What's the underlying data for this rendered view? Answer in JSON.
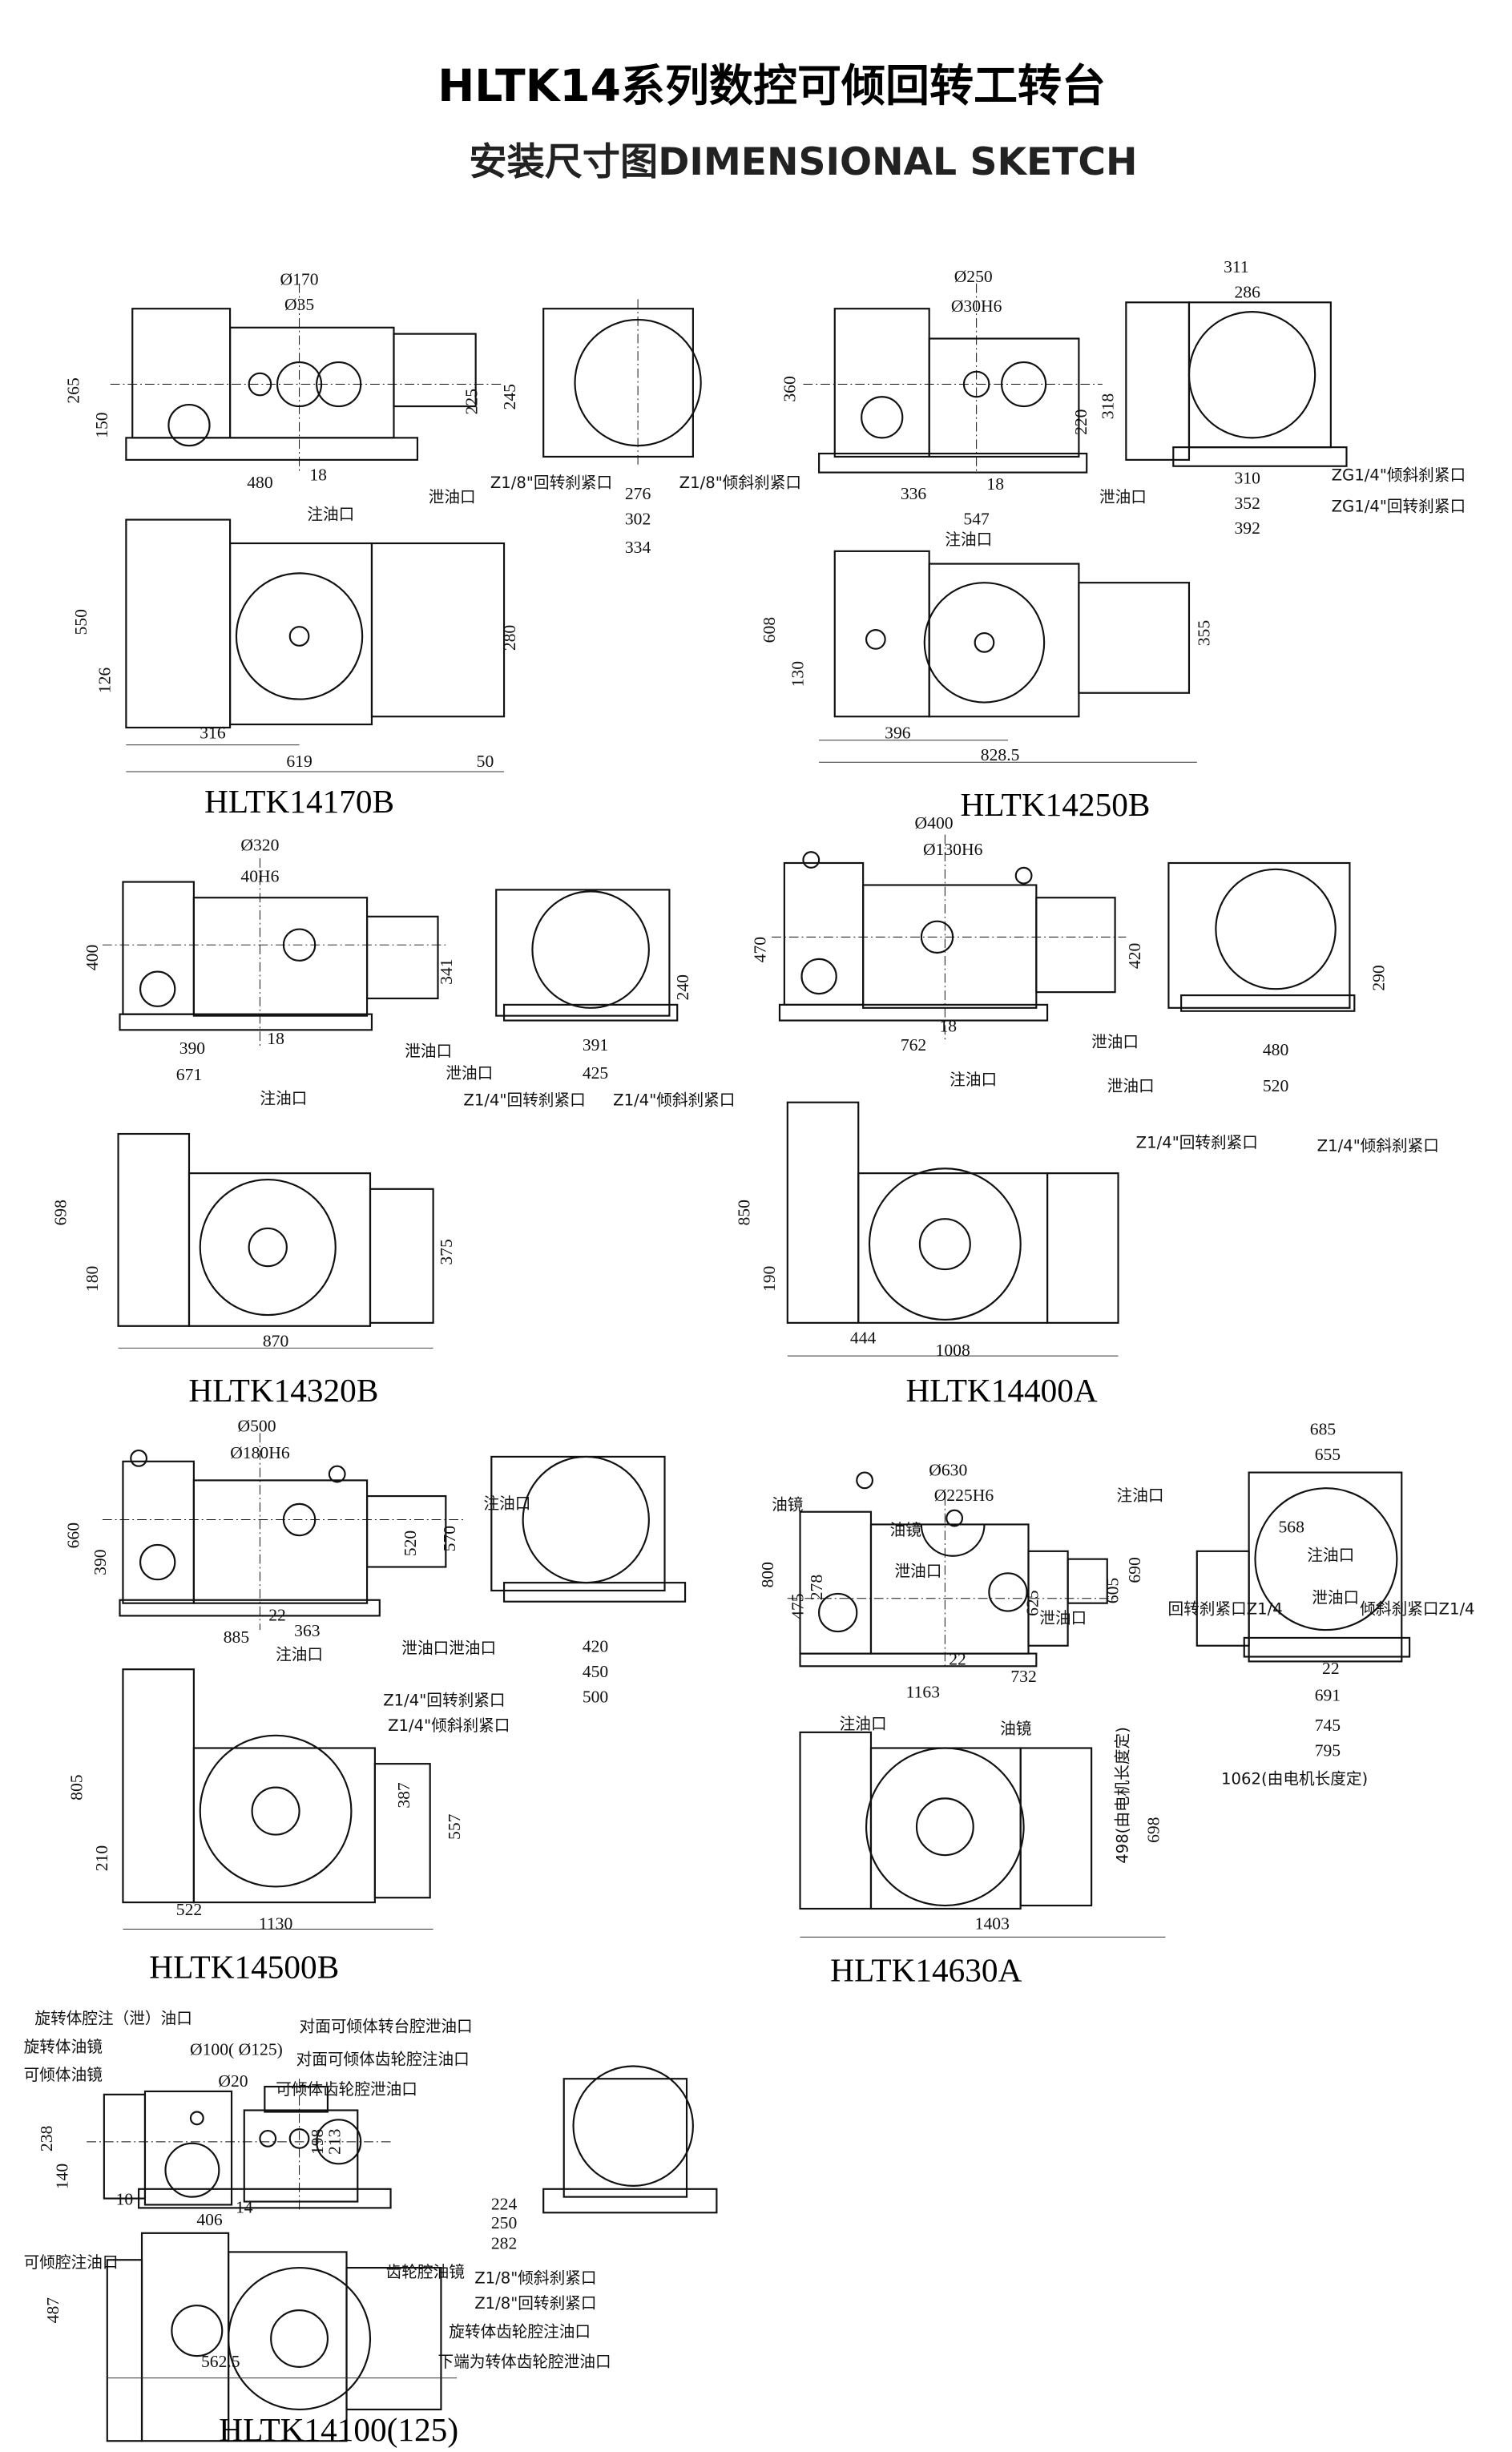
{
  "header": {
    "title": "HLTK14系列数控可倾回转工转台",
    "subtitle": "安装尺寸图DIMENSIONAL SKETCH"
  },
  "s1": {
    "model": "HLTK14170B",
    "dims": [
      "Ø170",
      "Ø35",
      "265",
      "150",
      "225",
      "245",
      "480",
      "18",
      "泄油口",
      "Z1/8\"回转刹紧口",
      "276",
      "Z1/8\"倾斜刹紧口",
      "302",
      "334",
      "注油口",
      "550",
      "126",
      "280",
      "316",
      "619",
      "50"
    ]
  },
  "s2": {
    "model": "HLTK14250B",
    "dims": [
      "Ø250",
      "Ø30H6",
      "360",
      "220",
      "318",
      "311",
      "286",
      "336",
      "18",
      "547",
      "泄油口",
      "310",
      "352",
      "392",
      "ZG1/4\"倾斜刹紧口",
      "ZG1/4\"回转刹紧口",
      "注油口",
      "608",
      "130",
      "355",
      "396",
      "828.5"
    ]
  },
  "s3": {
    "model": "HLTK14320B",
    "dims": [
      "Ø320",
      "40H6",
      "400",
      "341",
      "240",
      "390",
      "18",
      "671",
      "泄油口",
      "泄油口",
      "391",
      "425",
      "Z1/4\"回转刹紧口",
      "Z1/4\"倾斜刹紧口",
      "注油口",
      "698",
      "180",
      "375",
      "870"
    ]
  },
  "s4": {
    "model": "HLTK14400A",
    "dims": [
      "Ø400",
      "Ø130H6",
      "470",
      "420",
      "290",
      "762",
      "18",
      "泄油口",
      "泄油口",
      "480",
      "520",
      "Z1/4\"回转刹紧口",
      "Z1/4\"倾斜刹紧口",
      "注油口",
      "850",
      "190",
      "444",
      "1008"
    ]
  },
  "s5": {
    "model": "HLTK14500B",
    "dims": [
      "Ø500",
      "Ø180H6",
      "660",
      "390",
      "520",
      "570",
      "22",
      "363",
      "885",
      "泄油口",
      "泄油口",
      "注油口",
      "420",
      "450",
      "500",
      "Z1/4\"回转刹紧口",
      "Z1/4\"倾斜刹紧口",
      "注油口",
      "805",
      "210",
      "387",
      "557",
      "522",
      "1130"
    ]
  },
  "s6": {
    "model": "HLTK14630A",
    "dims": [
      "Ø630",
      "Ø225H6",
      "油镜",
      "油镜",
      "泄油口",
      "泄油口",
      "注油口",
      "800",
      "475",
      "278",
      "625",
      "605",
      "690",
      "732",
      "1163",
      "注油口",
      "油镜",
      "498(由电机长度定)",
      "698",
      "1403",
      "685",
      "655",
      "568",
      "注油口",
      "泄油口",
      "回转刹紧口Z1/4",
      "倾斜刹紧口Z1/4",
      "22",
      "691",
      "745",
      "795",
      "1062(由电机长度定)",
      "22"
    ]
  },
  "s7": {
    "model": "HLTK14100(125)",
    "dims": [
      "旋转体腔注（泄）油口",
      "旋转体油镜",
      "可倾体油镜",
      "Ø100(  Ø125)",
      "Ø20",
      "对面可倾体转台腔泄油口",
      "对面可倾体齿轮腔注油口",
      "可倾体齿轮腔泄油口",
      "238",
      "140",
      "198",
      "213",
      "10",
      "14",
      "406",
      "224",
      "250",
      "282",
      "可倾腔注油口",
      "487",
      "齿轮腔油镜",
      "Z1/8\"倾斜刹紧口",
      "Z1/8\"回转刹紧口",
      "旋转体齿轮腔注油口",
      "下端为转体齿轮腔泄油口",
      "562.5"
    ]
  }
}
